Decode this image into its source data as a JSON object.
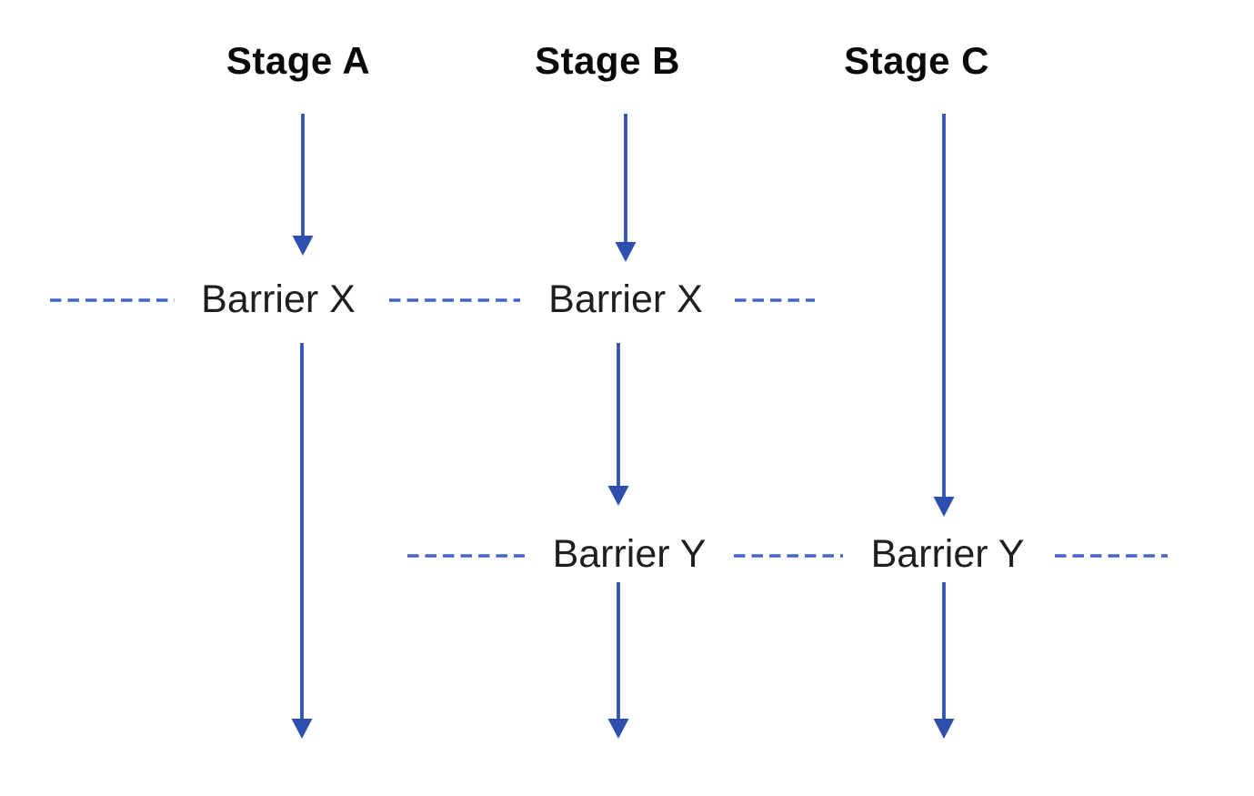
{
  "diagram": {
    "stages": [
      {
        "label": "Stage A"
      },
      {
        "label": "Stage B"
      },
      {
        "label": "Stage C"
      }
    ],
    "barriers": [
      {
        "label": "Barrier X",
        "row": "X",
        "column": "A"
      },
      {
        "label": "Barrier X",
        "row": "X",
        "column": "B"
      },
      {
        "label": "Barrier Y",
        "row": "Y",
        "column": "B"
      },
      {
        "label": "Barrier Y",
        "row": "Y",
        "column": "C"
      }
    ],
    "colors": {
      "arrow": "#3254b0",
      "arrow_head": "#2e4fae",
      "dash": "#4365c8",
      "heading_text": "#0a0a0a",
      "barrier_text": "#1f1f1f",
      "background": "#ffffff"
    }
  }
}
